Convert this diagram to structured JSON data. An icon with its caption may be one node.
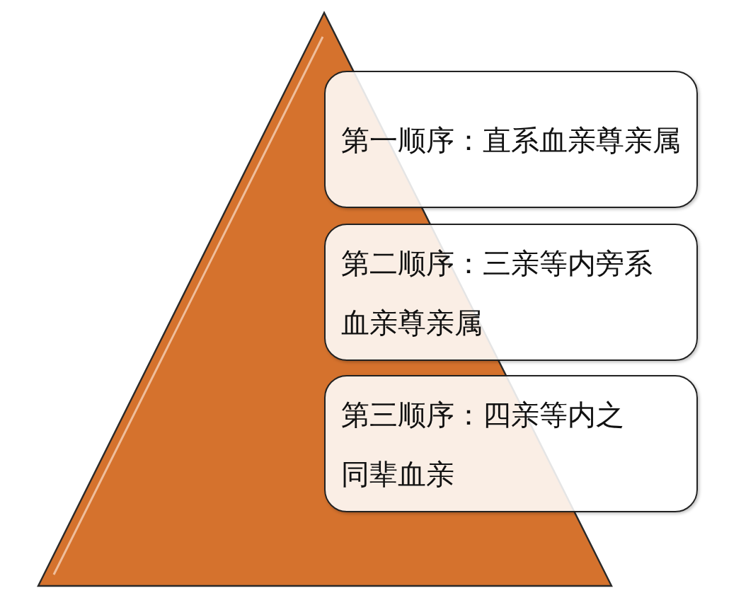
{
  "diagram": {
    "nodes": [
      {
        "text": [
          "第一顺序：直系血亲尊亲属"
        ]
      },
      {
        "text": [
          "第二顺序：三亲等内旁系血亲尊亲属"
        ]
      },
      {
        "text": [
          "第三顺序：四亲等内之同辈血亲"
        ]
      }
    ]
  }
}
